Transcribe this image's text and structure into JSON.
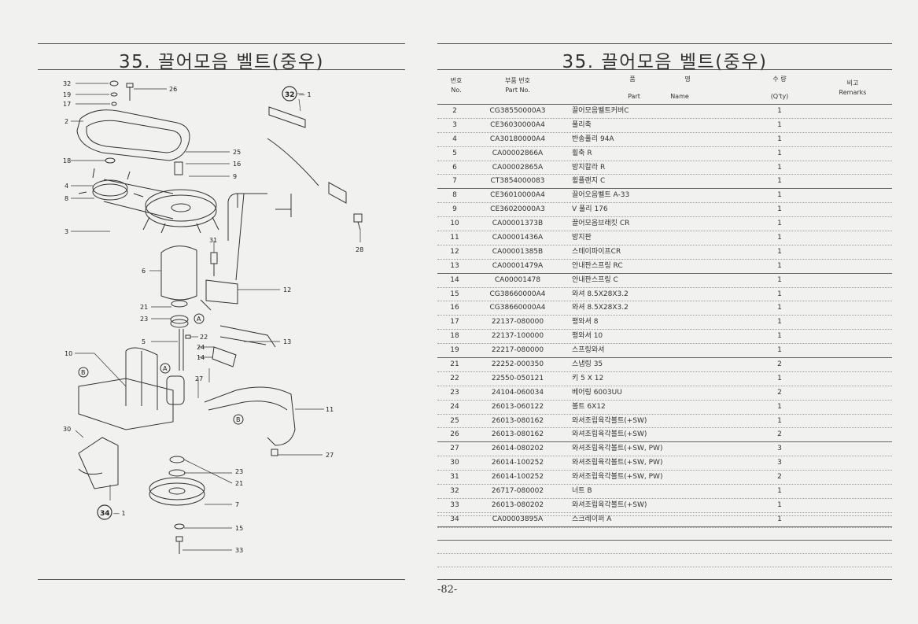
{
  "left_page": {
    "title": "35. 끌어모음 벨트(중우)"
  },
  "right_page": {
    "title": "35. 끌어모음 벨트(중우)",
    "headers": {
      "no_ko": "번호",
      "no_en": "No.",
      "part_no_ko": "부품 번호",
      "part_no_en": "Part  No.",
      "name_ko_1": "품",
      "name_ko_2": "명",
      "name_en_1": "Part",
      "name_en_2": "Name",
      "qty_ko": "수  량",
      "qty_en": "(Q'ty)",
      "remarks_ko": "비고",
      "remarks_en": "Remarks"
    },
    "rows": [
      {
        "no": "2",
        "part": "CG38550000A3",
        "name": "끌어모음벨트커버C",
        "qty": "1"
      },
      {
        "no": "3",
        "part": "CE36030000A4",
        "name": "풀리축",
        "qty": "1"
      },
      {
        "no": "4",
        "part": "CA30180000A4",
        "name": "반송풀리 94A",
        "qty": "1"
      },
      {
        "no": "5",
        "part": "CA00002866A",
        "name": "휠축 R",
        "qty": "1"
      },
      {
        "no": "6",
        "part": "CA00002865A",
        "name": "방지칼라 R",
        "qty": "1"
      },
      {
        "no": "7",
        "part": "CT3854000083",
        "name": "휠플랜지 C",
        "qty": "1"
      },
      {
        "no": "8",
        "part": "CE36010000A4",
        "name": "끌어오음벨트 A-33",
        "qty": "1"
      },
      {
        "no": "9",
        "part": "CE36020000A3",
        "name": "V 풀리 176",
        "qty": "1"
      },
      {
        "no": "10",
        "part": "CA00001373B",
        "name": "끌어모음브래킷 CR",
        "qty": "1"
      },
      {
        "no": "11",
        "part": "CA00001436A",
        "name": "방지판",
        "qty": "1"
      },
      {
        "no": "12",
        "part": "CA00001385B",
        "name": "스테이파이프CR",
        "qty": "1"
      },
      {
        "no": "13",
        "part": "CA00001479A",
        "name": "안내판스프링 RC",
        "qty": "1"
      },
      {
        "no": "14",
        "part": "CA00001478",
        "name": "안내판스프링 C",
        "qty": "1"
      },
      {
        "no": "15",
        "part": "CG38660000A4",
        "name": "와셔 8.5X28X3.2",
        "qty": "1"
      },
      {
        "no": "16",
        "part": "CG38660000A4",
        "name": "와셔 8.5X28X3.2",
        "qty": "1"
      },
      {
        "no": "17",
        "part": "22137-080000",
        "name": "평와셔 8",
        "qty": "1"
      },
      {
        "no": "18",
        "part": "22137-100000",
        "name": "평와셔 10",
        "qty": "1"
      },
      {
        "no": "19",
        "part": "22217-080000",
        "name": "스프링와셔",
        "qty": "1"
      },
      {
        "no": "21",
        "part": "22252-000350",
        "name": "스냅링 35",
        "qty": "2"
      },
      {
        "no": "22",
        "part": "22550-050121",
        "name": "키 5 X 12",
        "qty": "1"
      },
      {
        "no": "23",
        "part": "24104-060034",
        "name": "베어링 6003UU",
        "qty": "2"
      },
      {
        "no": "24",
        "part": "26013-060122",
        "name": "볼트 6X12",
        "qty": "1"
      },
      {
        "no": "25",
        "part": "26013-080162",
        "name": "와셔조립육각볼트(+SW)",
        "qty": "1"
      },
      {
        "no": "26",
        "part": "26013-080162",
        "name": "와셔조립육각볼트(+SW)",
        "qty": "2"
      },
      {
        "no": "27",
        "part": "26014-080202",
        "name": "와셔조립육각볼트(+SW, PW)",
        "qty": "3"
      },
      {
        "no": "30",
        "part": "26014-100252",
        "name": "와셔조립육각볼트(+SW, PW)",
        "qty": "3"
      },
      {
        "no": "31",
        "part": "26014-100252",
        "name": "와셔조립육각볼트(+SW, PW)",
        "qty": "2"
      },
      {
        "no": "32",
        "part": "26717-080002",
        "name": "너트 B",
        "qty": "1"
      },
      {
        "no": "33",
        "part": "26013-080202",
        "name": "와셔조립육각볼트(+SW)",
        "qty": "1"
      },
      {
        "no": "34",
        "part": "CA00003895A",
        "name": "스크레이퍼 A",
        "qty": "1"
      }
    ],
    "page_number": "-82-"
  },
  "diagram_labels": {
    "n32": "32",
    "n19": "19",
    "n17": "17",
    "n2": "2",
    "n26": "26",
    "n18": "18",
    "n4": "4",
    "n8": "8",
    "n3": "3",
    "n25": "25",
    "n16": "16",
    "n9": "9",
    "n31": "31",
    "n28": "28",
    "n6": "6",
    "n12": "12",
    "n21a": "21",
    "n23a": "23",
    "n5": "5",
    "n22": "22",
    "n24": "24",
    "n14": "14",
    "n13": "13",
    "n10": "10",
    "n27a": "27",
    "n11": "11",
    "n30": "30",
    "n27b": "27",
    "n23b": "23",
    "n21b": "21",
    "n7": "7",
    "n15": "15",
    "n33": "33",
    "ref32": "32",
    "ref32_suffix": "— 1",
    "ref34": "34",
    "ref34_suffix": "— 1",
    "circA1": "A",
    "circA2": "A",
    "circB1": "B",
    "circB2": "B"
  }
}
